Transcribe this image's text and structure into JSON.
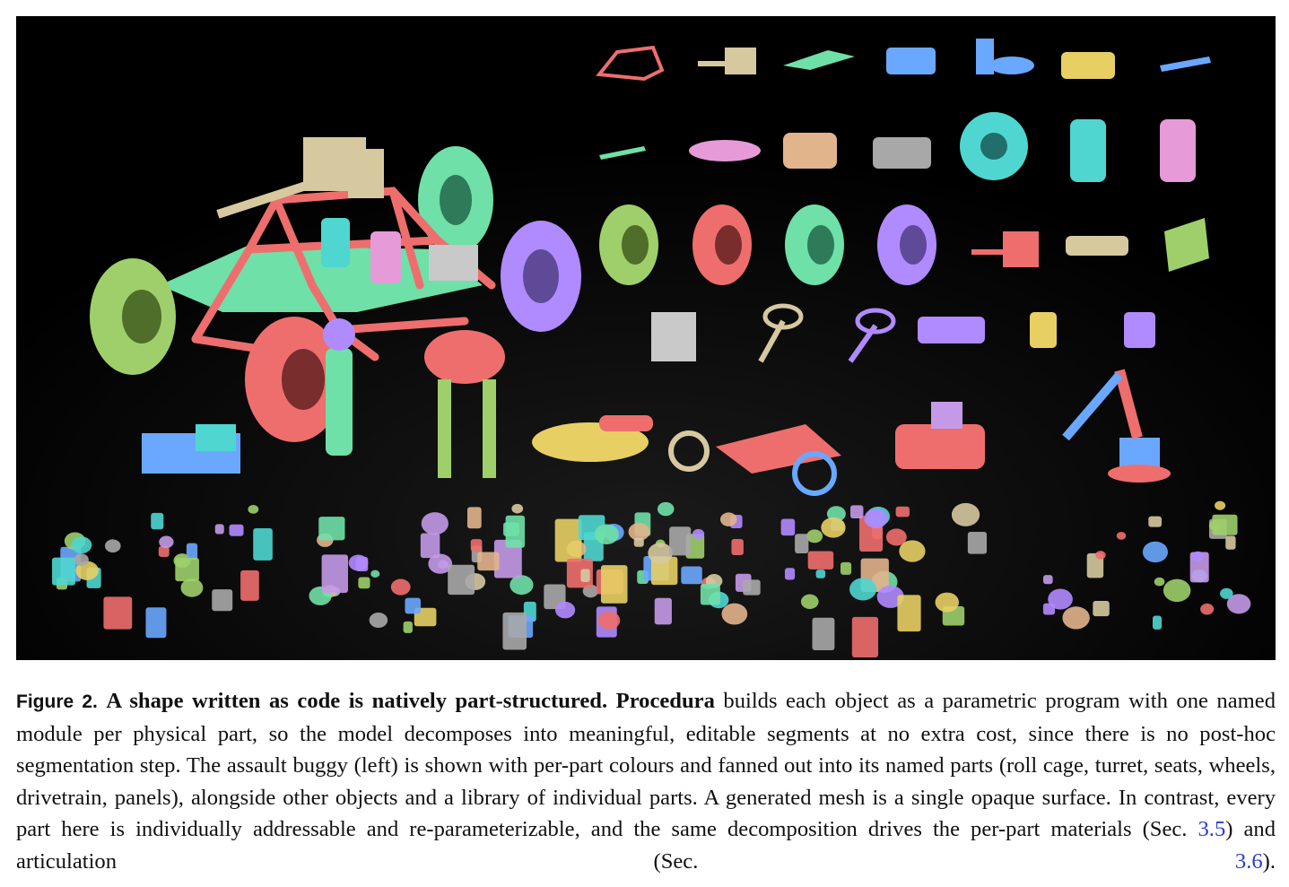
{
  "figure": {
    "label": "Figure 2.",
    "title": "A shape written as code is natively part-structured.",
    "method_name": "Procedura",
    "body_1": " builds each object as a parametric program with one named module per physical part, so the model decomposes into meaningful, editable segments at no extra cost, since there is no post-hoc segmentation step. The assault buggy (left) is shown with per-part colours and fanned out into its named parts (roll cage, turret, seats, wheels, drivetrain, panels), alongside other objects and a library of individual parts. A generated mesh is a single opaque surface. In contrast, every part here is individually addressable and re-parameterizable, and the same decomposition drives the per-part materials (Sec. ",
    "ref_1": "3.5",
    "body_2": ") and articulation (Sec. ",
    "ref_2": "3.6",
    "body_3": ")."
  },
  "render": {
    "background": "#000000",
    "palette": {
      "green": "#9fcf6a",
      "pink": "#ee6e6e",
      "mint": "#6fe0a8",
      "teal": "#4fd6d0",
      "blue": "#6aa8ff",
      "purple": "#b08aff",
      "violet": "#c49ae8",
      "yellow": "#e7cf64",
      "beige": "#d6c9a0",
      "tan": "#e2b48c",
      "gray": "#a8a8a8"
    }
  }
}
